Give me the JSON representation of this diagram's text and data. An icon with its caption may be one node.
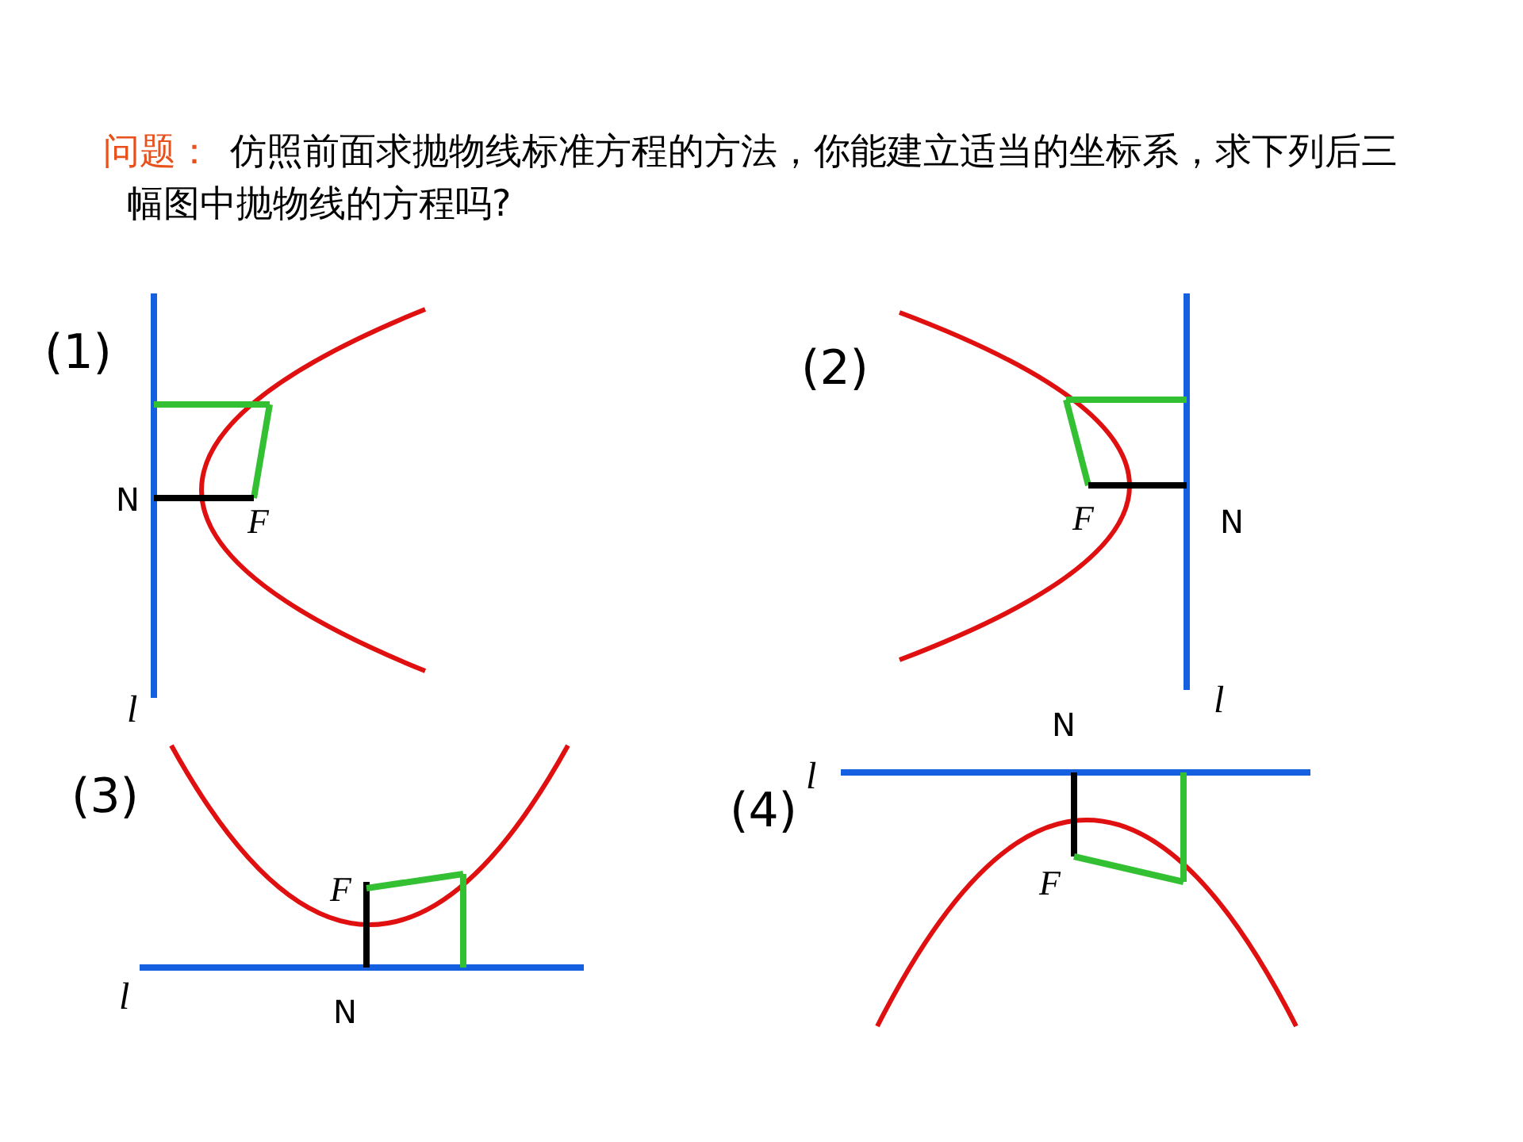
{
  "diagram": {
    "title": "仿照前面求抛物线标准方程的方法，你能建立适当的坐标系，求下列后三幅图中抛物线的方程吗?",
    "labels": [
      "问题：",
      "(1)",
      "N",
      "F",
      "l",
      "(2)",
      "F",
      "N",
      "l",
      "(3)",
      "F",
      "l",
      "N",
      "N",
      "(4)",
      "l",
      "F"
    ]
  }
}
